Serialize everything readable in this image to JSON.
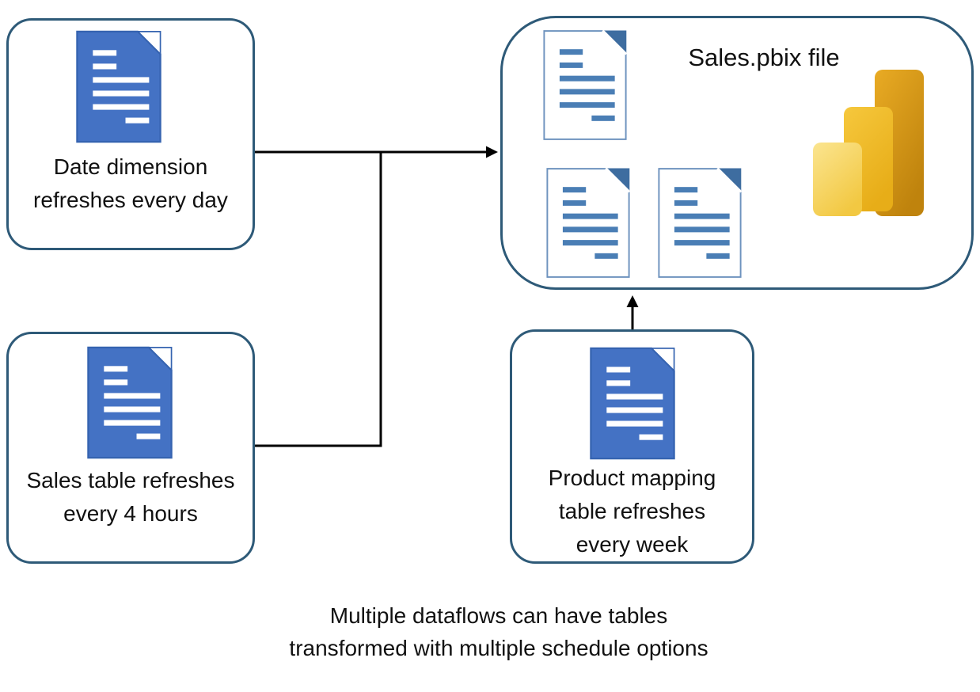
{
  "boxes": {
    "date_dimension": {
      "label": "Date dimension\nrefreshes every day",
      "icon": "blue-document-icon"
    },
    "sales_table": {
      "label": "Sales table refreshes\nevery 4 hours",
      "icon": "blue-document-icon"
    },
    "product_mapping": {
      "label": "Product mapping\ntable refreshes\nevery week",
      "icon": "blue-document-icon"
    },
    "pbix": {
      "title": "Sales.pbix file",
      "document_icon_count": 3,
      "document_icon": "white-document-icon",
      "logo": "power-bi-logo"
    }
  },
  "connections": [
    {
      "from": "date_dimension",
      "to": "pbix"
    },
    {
      "from": "sales_table",
      "to": "pbix"
    },
    {
      "from": "product_mapping",
      "to": "pbix"
    }
  ],
  "caption": "Multiple dataflows can have tables\ntransformed with multiple schedule options",
  "colors": {
    "box_border": "#2E5A78",
    "document_blue_fill": "#4472C4",
    "document_blue_stroke": "#3563B0",
    "document_white_stroke": "#6E93BE",
    "document_line_steel": "#4A7EB5",
    "document_fold_steel": "#3E6DA0",
    "arrow": "#000000",
    "powerbi_back_bar": [
      "#E9AB24",
      "#BF830D"
    ],
    "powerbi_middle_bar": [
      "#F6C83D",
      "#E7AD18"
    ],
    "powerbi_front_bar": [
      "#FBE590",
      "#F2C842"
    ],
    "text": "#111111"
  }
}
